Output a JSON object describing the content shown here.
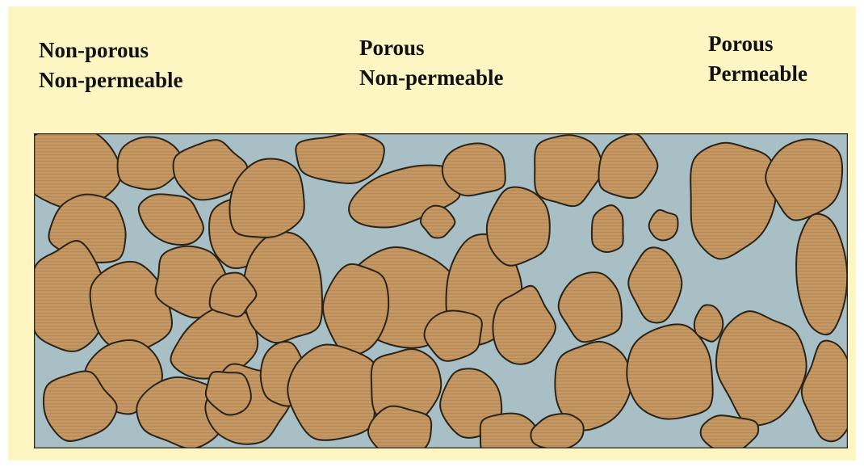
{
  "labels": [
    {
      "line1": "Non-porous",
      "line2": "Non-permeable"
    },
    {
      "line1": "Porous",
      "line2": "Non-permeable"
    },
    {
      "line1": "Porous",
      "line2": "Permeable"
    }
  ],
  "colors": {
    "background": "#fdf6c3",
    "grain_fill": "#c49a62",
    "grain_stripe": "#b8885a",
    "grain_outline": "#2a2418",
    "pore_space": "#a9bfc6"
  }
}
